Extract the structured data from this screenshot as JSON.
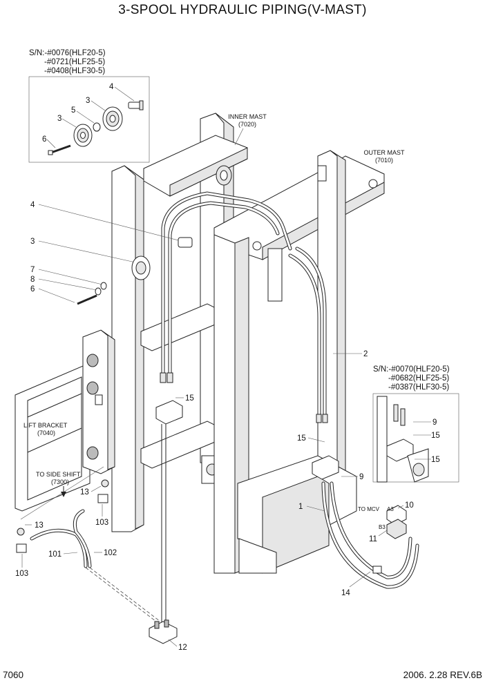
{
  "title": "3-SPOOL HYDRAULIC PIPING(V-MAST)",
  "page_number": "7060",
  "revision": "2006. 2.28  REV.6B",
  "serial_notes": {
    "top_left": [
      "S/N:-#0076(HLF20-5)",
      "-#0721(HLF25-5)",
      "-#0408(HLF30-5)"
    ],
    "right": [
      "S/N:-#0070(HLF20-5)",
      "-#0682(HLF25-5)",
      "-#0387(HLF30-5)"
    ]
  },
  "assemblies": {
    "inner_mast": [
      "INNER MAST",
      "(7020)"
    ],
    "outer_mast": [
      "OUTER MAST",
      "(7010)"
    ],
    "lift_bracket": [
      "LIFT BRACKET",
      "(7040)"
    ],
    "side_shift": [
      "TO SIDE SHIFT",
      "(7300)"
    ],
    "to_mcv": "TO MCV",
    "port_a3": "A3",
    "port_b3": "B3"
  },
  "callouts": {
    "inset_4": "4",
    "inset_3a": "3",
    "inset_5": "5",
    "inset_3b": "3",
    "inset_6": "6",
    "c4": "4",
    "c3": "3",
    "c7": "7",
    "c8": "8",
    "c6": "6",
    "c15a": "15",
    "c2": "2",
    "c9a": "9",
    "c15b": "15",
    "c15c": "15",
    "c15d": "15",
    "c9b": "9",
    "c1": "1",
    "c10": "10",
    "c11": "11",
    "c14": "14",
    "c13a": "13",
    "c103a": "103",
    "c13b": "13",
    "c101": "101",
    "c102": "102",
    "c103b": "103",
    "c12": "12"
  }
}
